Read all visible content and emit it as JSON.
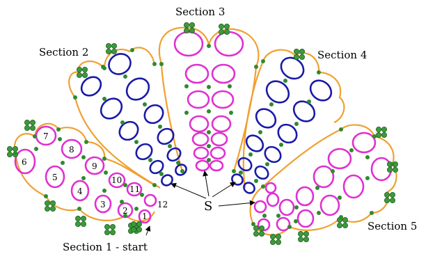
{
  "colors": {
    "chain": "#f0a030",
    "ring_magenta": "#e030d0",
    "ring_blue": "#1a1aa8",
    "picot": "#2f8a2f",
    "background": "#ffffff"
  },
  "labels": {
    "section1": "Section 1 - start",
    "section2": "Section 2",
    "section3": "Section 3",
    "section4": "Section 4",
    "section5": "Section 5",
    "s_marker": "S"
  },
  "ring_numbers": [
    "1",
    "2",
    "3",
    "4",
    "5",
    "6",
    "7",
    "8",
    "9",
    "10",
    "11",
    "12"
  ]
}
